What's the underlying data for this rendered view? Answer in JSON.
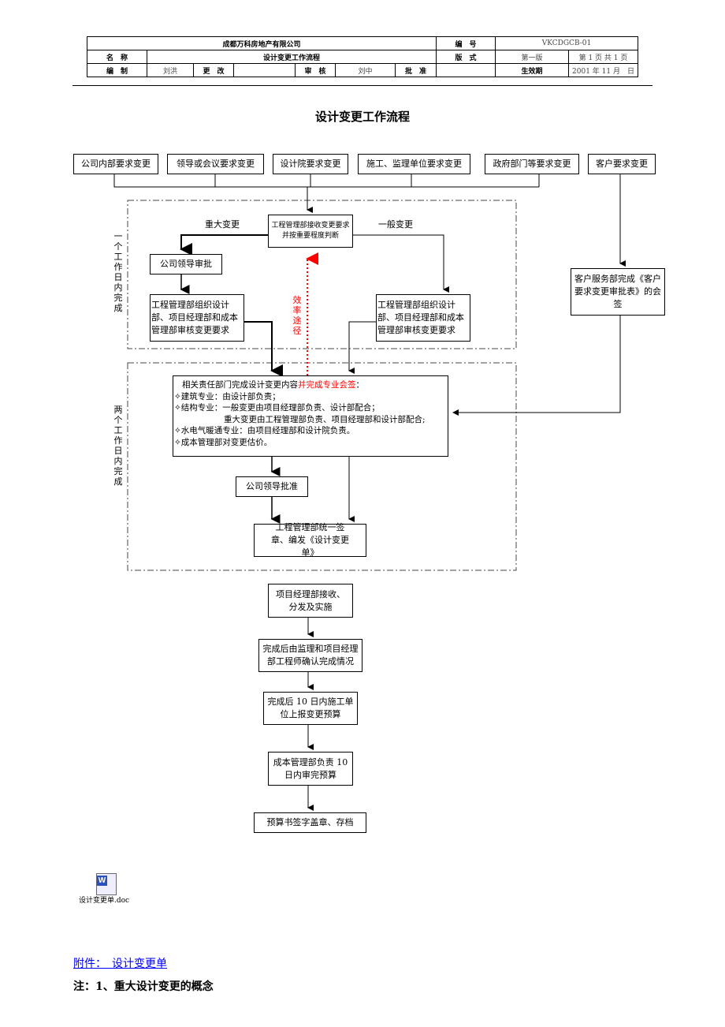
{
  "header": {
    "company": "成都万科房地产有限公司",
    "code_label": "编　号",
    "code": "VKCDGCB-01",
    "name_label": "名　称",
    "name": "设计变更工作流程",
    "version_label": "版　式",
    "version": "第一版",
    "page": "第 1 页 共 1 页",
    "author_label": "编　制",
    "author": "刘洪",
    "change_label": "更　改",
    "review_label": "审　核",
    "reviewer": "刘中",
    "approve_label": "批　准",
    "effective_label": "生效期",
    "effective": "2001 年 11 月　日"
  },
  "title": "设计变更工作流程",
  "sources": [
    "公司内部要求变更",
    "领导或会议要求变更",
    "设计院要求变更",
    "施工、监理单位要求变更",
    "政府部门等要求变更",
    "客户要求变更"
  ],
  "flow": {
    "judge": "工程管理部接收变更要求并按重要程度判断",
    "major": "重大变更",
    "minor": "一般变更",
    "leader_review": "公司领导审批",
    "review_left": "工程管理部组织设计部、项目经理部和成本管理部审核变更要求",
    "review_right": "工程管理部组织设计部、项目经理部和成本管理部审核变更要求",
    "efficiency": "效率途径",
    "customer": "客户服务部完成《客户要求变更审批表》的会签",
    "zone1": "一个工作日内完成",
    "zone2": "两个工作日内完成",
    "main_intro": "相关责任部门完成设计变更内容",
    "main_intro_red": "并完成专业会签",
    "main_intro_end": "：",
    "main_lines": [
      "✧建筑专业：由设计部负责；",
      "✧结构专业：一般变更由项目经理部负责、设计部配合；",
      "　　　　　　重大变更由工程管理部负责、项目经理部和设计部配合;",
      "✧水电气暖通专业：由项目经理部和设计院负责。",
      "✧成本管理部对变更估价。"
    ],
    "leader_approve": "公司领导批准",
    "issue": "工程管理部统一签章、编发《设计变更单》",
    "pm": "项目经理部接收、分发及实施",
    "confirm": "完成后由监理和项目经理部工程师确认完成情况",
    "budget": "完成后 10 日内施工单位上报变更预算",
    "cost": "成本管理部负责 10 日内审完预算",
    "archive": "预算书签字盖章、存档"
  },
  "attachment": {
    "file": "设计变更单.doc",
    "link": "附件：　设计变更单",
    "note": "注：1、重大设计变更的概念"
  },
  "colors": {
    "red": "#ff0000",
    "link": "#0000ff"
  }
}
